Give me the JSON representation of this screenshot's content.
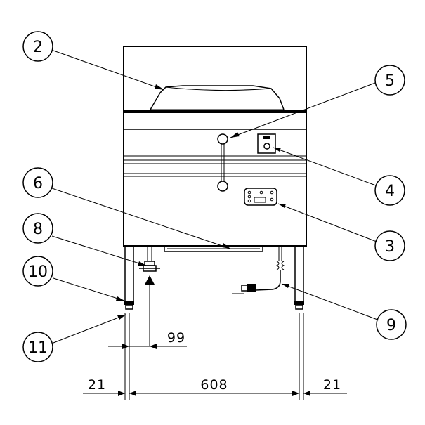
{
  "callouts": {
    "c2": "2",
    "c3": "3",
    "c4": "4",
    "c5": "5",
    "c6": "6",
    "c8": "8",
    "c9": "9",
    "c10": "10",
    "c11": "11"
  },
  "dimensions": {
    "offset": "99",
    "left_margin": "21",
    "width": "608",
    "right_margin": "21"
  }
}
